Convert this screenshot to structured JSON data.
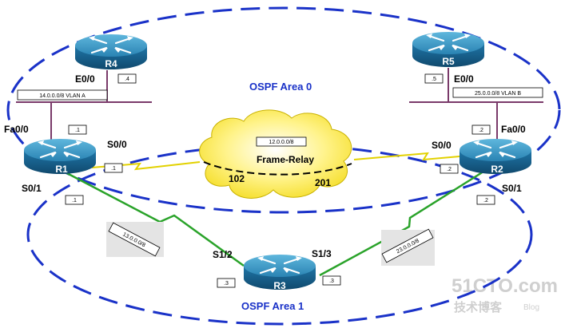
{
  "areas": {
    "area0": "OSPF Area 0",
    "area1": "OSPF Area 1"
  },
  "cloud": {
    "label": "Frame-Relay",
    "network": "12.0.0.0/8",
    "dlci_left": "102",
    "dlci_right": "201"
  },
  "routers": {
    "r1": {
      "name": "R1",
      "fa": "Fa0/0",
      "fa_ip": ".1",
      "s00": "S0/0",
      "s00_ip": ".1",
      "s01": "S0/1",
      "s01_ip": ".1"
    },
    "r2": {
      "name": "R2",
      "fa": "Fa0/0",
      "fa_ip": ".2",
      "s00": "S0/0",
      "s00_ip": ".2",
      "s01": "S0/1",
      "s01_ip": ".2"
    },
    "r3": {
      "name": "R3",
      "s12": "S1/2",
      "s12_ip": ".3",
      "s13": "S1/3",
      "s13_ip": ".3"
    },
    "r4": {
      "name": "R4",
      "e": "E0/0",
      "e_ip": ".4"
    },
    "r5": {
      "name": "R5",
      "e": "E0/0",
      "e_ip": ".5"
    }
  },
  "networks": {
    "vlan_a": "14.0.0.0/8 VLAN A",
    "vlan_b": "25.0.0.0/8 VLAN B",
    "net13": "13.0.0.0/8",
    "net23": "23.0.0.0/8"
  },
  "watermark": {
    "line1": "51CTO.com",
    "line2": "技术博客",
    "line3": "Blog"
  },
  "colors": {
    "area_ring": "#1a32c8",
    "router_body": "#1c6d9e",
    "router_top": "#3b99c4",
    "lan": "#7a3a6a",
    "serial_green": "#2aa32a",
    "serial_yellow": "#f0e000",
    "cloud_fill": "#ffee55"
  }
}
